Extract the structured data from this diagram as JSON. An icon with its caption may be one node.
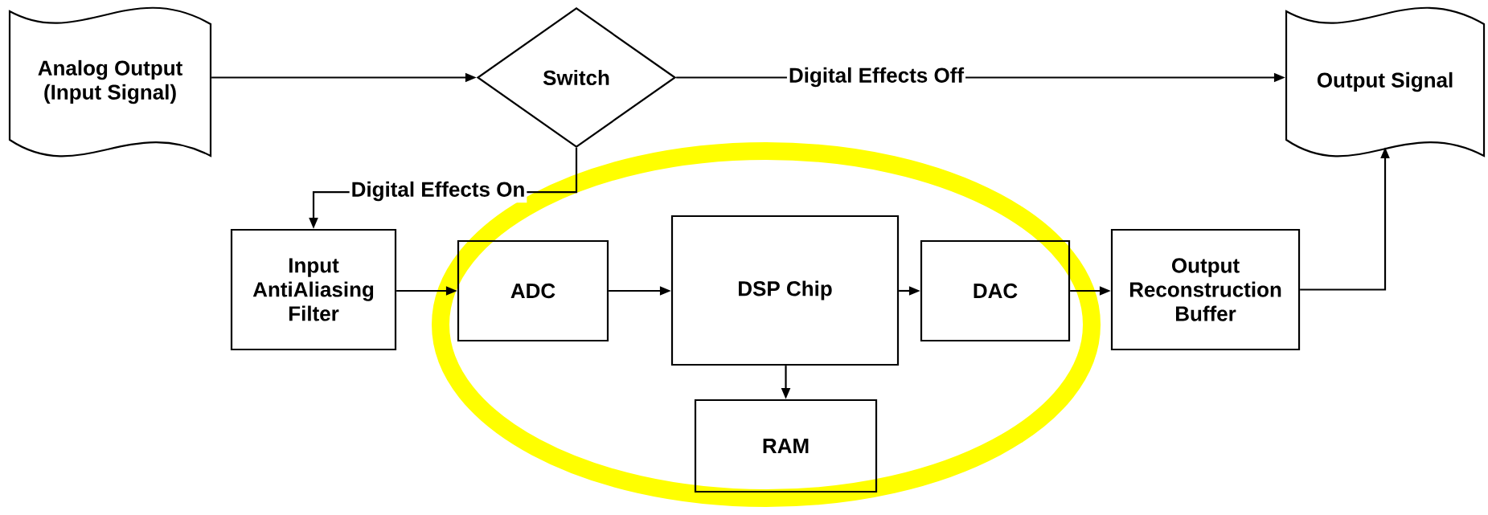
{
  "diagram": {
    "nodes": [
      {
        "text": [
          "Analog Output (Input Signal)"
        ]
      },
      {
        "text": [
          "Switch"
        ]
      },
      {
        "text": [
          "Output Signal"
        ]
      },
      {
        "text": [
          "Input AntiAliasing Filter"
        ]
      },
      {
        "text": [
          "ADC"
        ]
      },
      {
        "text": [
          "DSP Chip"
        ]
      },
      {
        "text": [
          "DAC"
        ]
      },
      {
        "text": [
          "Output Reconstruction Buffer"
        ]
      },
      {
        "text": [
          "RAM"
        ]
      }
    ],
    "edges": [
      {
        "from": 0,
        "to": 1,
        "arrow": "to"
      },
      {
        "from": 1,
        "to": 2,
        "arrow": "to",
        "label": "Digital Effects Off"
      },
      {
        "from": 1,
        "to": 3,
        "arrow": "to",
        "label": "Digital Effects On"
      },
      {
        "from": 3,
        "to": 4,
        "arrow": "to"
      },
      {
        "from": 4,
        "to": 5,
        "arrow": "to"
      },
      {
        "from": 5,
        "to": 6,
        "arrow": "to"
      },
      {
        "from": 6,
        "to": 7,
        "arrow": "to"
      },
      {
        "from": 5,
        "to": 8,
        "arrow": "to"
      },
      {
        "from": 7,
        "to": 2,
        "arrow": "to"
      }
    ]
  }
}
